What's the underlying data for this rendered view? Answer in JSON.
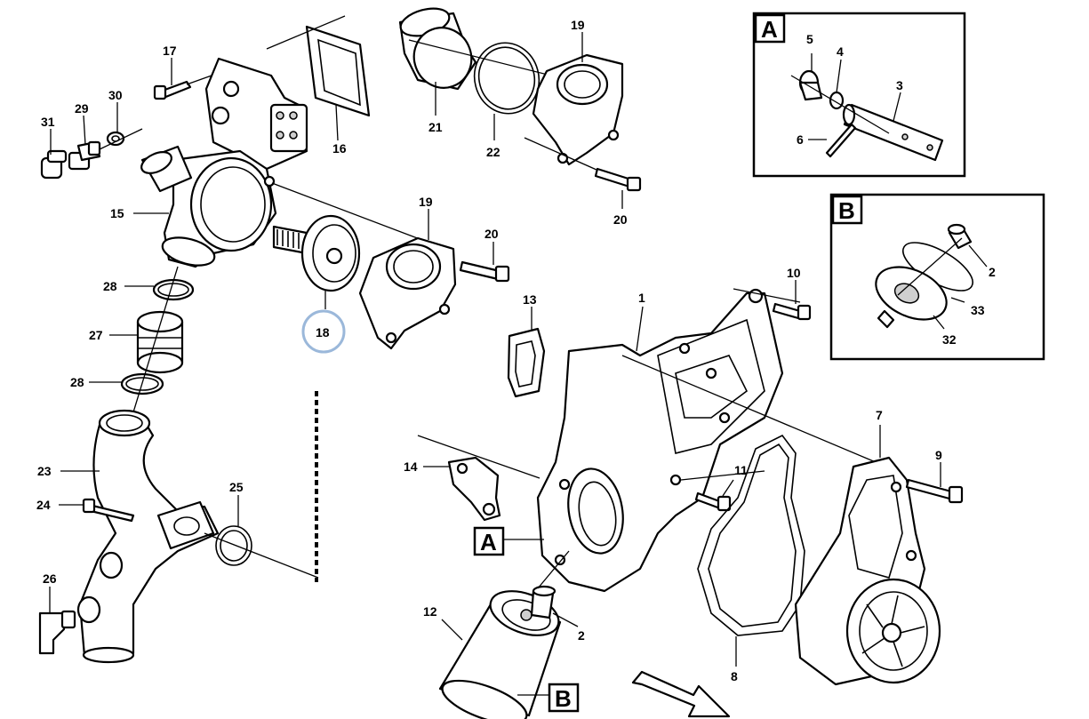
{
  "callouts": {
    "c1": "1",
    "c2a": "2",
    "c2b": "2",
    "c3": "3",
    "c4": "4",
    "c5": "5",
    "c6": "6",
    "c7": "7",
    "c8": "8",
    "c9": "9",
    "c10": "10",
    "c11": "11",
    "c12": "12",
    "c13": "13",
    "c14": "14",
    "c15": "15",
    "c16": "16",
    "c17": "17",
    "c18": "18",
    "c19a": "19",
    "c19b": "19",
    "c20a": "20",
    "c20b": "20",
    "c21": "21",
    "c22": "22",
    "c23": "23",
    "c24": "24",
    "c25": "25",
    "c26": "26",
    "c27": "27",
    "c28a": "28",
    "c28b": "28",
    "c29": "29",
    "c30": "30",
    "c31": "31",
    "c32": "32",
    "c33": "33"
  },
  "insets": {
    "a_label": "A",
    "b_label": "B",
    "ref_a": "A",
    "ref_b": "B"
  },
  "highlight": {
    "part": "18",
    "color": "#9bb8da"
  },
  "icons": {
    "flow_arrow": "direction-arrow-icon"
  }
}
